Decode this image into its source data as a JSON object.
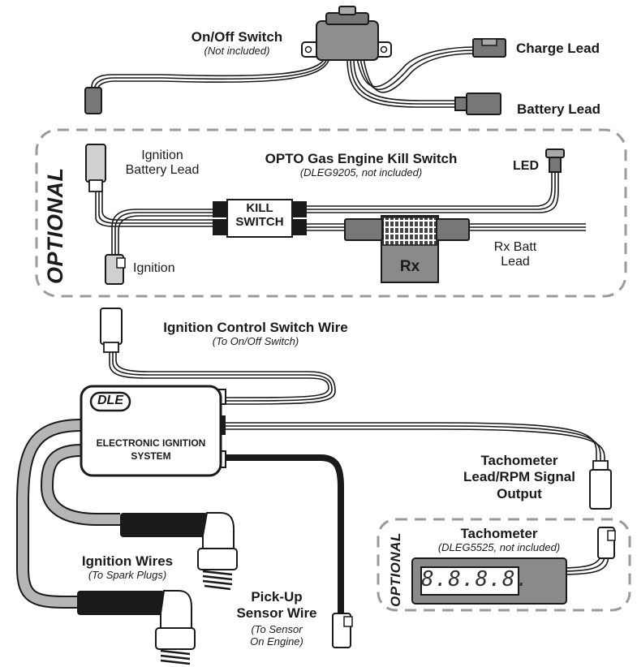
{
  "switch": {
    "title": "On/Off Switch",
    "note": "(Not included)"
  },
  "leads": {
    "charge": "Charge Lead",
    "battery": "Battery Lead"
  },
  "kill_switch": {
    "section_label": "OPTIONAL",
    "title": "OPTO Gas Engine Kill Switch",
    "note": "(DLEG9205, not included)",
    "led": "LED",
    "ignition_battery_lead_1": "Ignition",
    "ignition_battery_lead_2": "Battery Lead",
    "ignition": "Ignition",
    "box_line1": "KILL",
    "box_line2": "SWITCH",
    "rx": "Rx",
    "rx_batt_lead_1": "Rx Batt",
    "rx_batt_lead_2": "Lead"
  },
  "control_wire": {
    "title": "Ignition Control Switch Wire",
    "note": "(To On/Off Switch)"
  },
  "ignition_unit": {
    "logo": "DLE",
    "line1": "ELECTRONIC IGNITION",
    "line2": "SYSTEM"
  },
  "tach_lead": {
    "line1": "Tachometer",
    "line2": "Lead/RPM Signal",
    "line3": "Output"
  },
  "tachometer": {
    "section_label": "OPTIONAL",
    "title": "Tachometer",
    "note": "(DLEG5525, not included)",
    "display": "8.8.8.8."
  },
  "ignition_wires": {
    "title": "Ignition Wires",
    "note": "(To Spark Plugs)"
  },
  "pickup": {
    "line1": "Pick-Up",
    "line2": "Sensor Wire",
    "note1": "(To Sensor",
    "note2": "On Engine)"
  },
  "colors": {
    "wire": "#1a1a1a",
    "connector": "#9a9a9a",
    "plug_lead": "#b5b5b5",
    "box_gray": "#8a8a8a",
    "dashed": "#999999"
  }
}
